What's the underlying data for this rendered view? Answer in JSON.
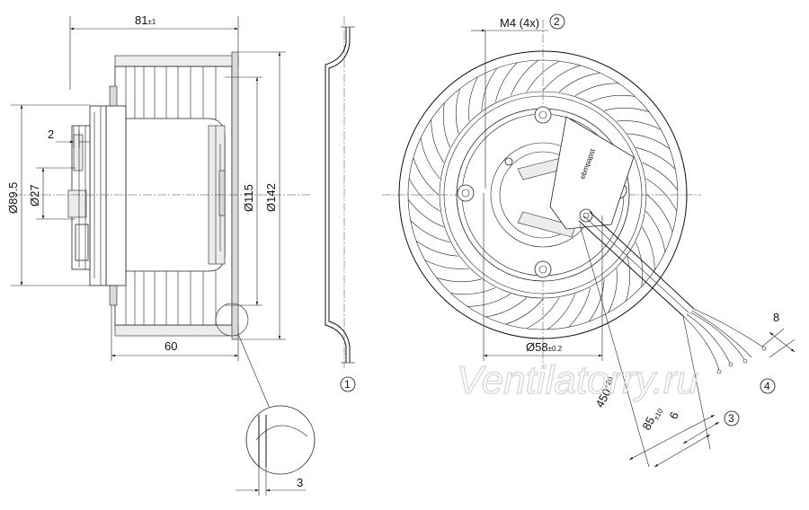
{
  "dimensions": {
    "width_overall": "81",
    "width_overall_tol": "±1",
    "length_60": "60",
    "dia_89_5": "Ø89.5",
    "dia_27": "Ø27",
    "dim_2": "2",
    "dia_115": "Ø115",
    "dia_142": "Ø142",
    "thread": "M4 (4x)",
    "dia_58": "Ø58",
    "dia_58_tol": "±0.2",
    "cable_450": "450",
    "cable_450_tol": "+20",
    "strip_85": "85",
    "strip_85_tol": "±10",
    "strip_6": "6",
    "wire_8": "8",
    "detail_3": "3"
  },
  "callouts": {
    "c1": "1",
    "c2": "2",
    "c3": "3",
    "c4": "4"
  },
  "watermark": "Ventilatorry.ru"
}
